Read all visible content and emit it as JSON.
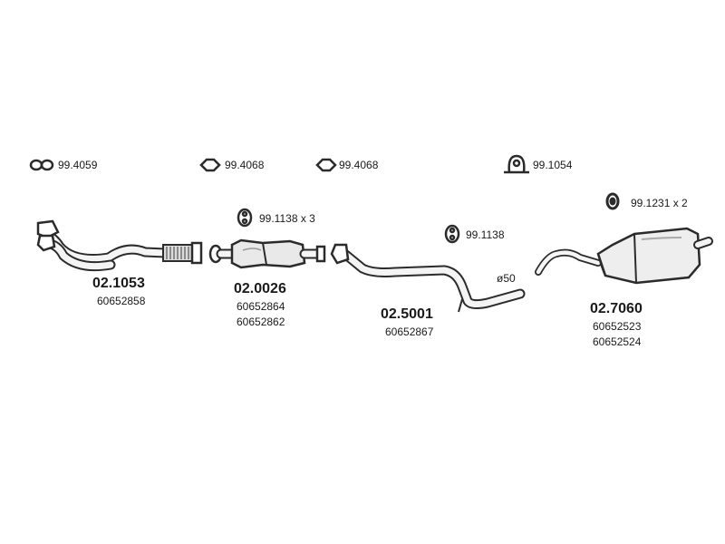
{
  "accessories": [
    {
      "code": "99.4059",
      "icon": "gasket-double-icon"
    },
    {
      "code": "99.4068",
      "icon": "gasket-ring-icon"
    },
    {
      "code": "99.4068",
      "icon": "gasket-ring-icon"
    },
    {
      "code": "99.1054",
      "icon": "clamp-icon"
    },
    {
      "code": "99.1138 x 3",
      "icon": "rubber-mount-icon"
    },
    {
      "code": "99.1138",
      "icon": "rubber-mount-icon"
    },
    {
      "code": "99.1231 x 2",
      "icon": "rubber-ring-icon"
    }
  ],
  "parts": [
    {
      "part_number": "02.1053",
      "oem": [
        "60652858"
      ],
      "component": "front-pipe"
    },
    {
      "part_number": "02.0026",
      "oem": [
        "60652864",
        "60652862"
      ],
      "component": "catalytic-converter"
    },
    {
      "part_number": "02.5001",
      "oem": [
        "60652867"
      ],
      "component": "middle-pipe",
      "dimension": "ø50"
    },
    {
      "part_number": "02.7060",
      "oem": [
        "60652523",
        "60652524"
      ],
      "component": "rear-silencer"
    }
  ],
  "colors": {
    "line": "#2b2b2b",
    "fill": "#eeeeee",
    "text": "#1a1a1a"
  }
}
